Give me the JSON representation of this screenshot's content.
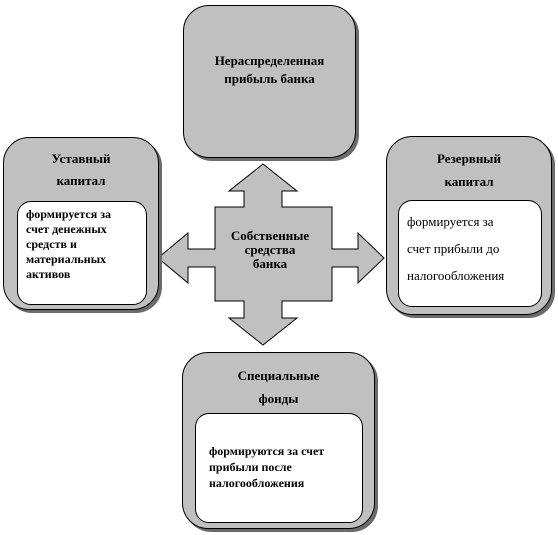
{
  "colors": {
    "box_fill": "#c0c0c0",
    "inner_fill": "#ffffff",
    "stroke": "#000000",
    "shadow": "#6b6b6b"
  },
  "center": {
    "line1": "Собственные",
    "line2": "средства",
    "line3": "банка"
  },
  "top": {
    "title_line1": "Нераспределенная",
    "title_line2": "прибыль банка"
  },
  "left": {
    "title_line1": "Уставный",
    "title_line2": "капитал",
    "desc_line1": "формируется за",
    "desc_line2": "счет денежных",
    "desc_line3": "средств и",
    "desc_line4": "материальных",
    "desc_line5": "активов"
  },
  "right": {
    "title_line1": "Резервный",
    "title_line2": "капитал",
    "desc_line1": "формируется за",
    "desc_line2": "счет прибыли до",
    "desc_line3": "налогообложения"
  },
  "bottom": {
    "title_line1": "Специальные",
    "title_line2": "фонды",
    "desc_line1": "формируются за счет",
    "desc_line2": "прибыли после",
    "desc_line3": "налогообложения"
  }
}
